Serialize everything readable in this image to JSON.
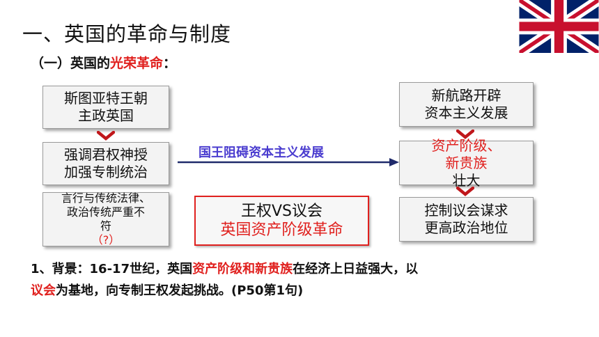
{
  "header": {
    "title": "一、英国的革命与制度",
    "subtitle_prefix": "（一）英国的",
    "subtitle_highlight": "光荣革命",
    "subtitle_suffix": "："
  },
  "left_column": {
    "box1": [
      "斯图亚特王朝",
      "主政英国"
    ],
    "box2": [
      "强调君权神授",
      "加强专制统治"
    ],
    "box3": [
      "言行与传统法律、",
      "政治传统严重不",
      "符"
    ],
    "box3_highlight": "（?）"
  },
  "arrow": {
    "label": "国王阻碍资本主义发展"
  },
  "center_box": {
    "line1": "王权VS议会",
    "line2": "英国资产阶级革命"
  },
  "right_column": {
    "box1": [
      "新航路开辟",
      "资本主义发展"
    ],
    "box2_red1": "资产阶级、",
    "box2_red2": "新贵族",
    "box2_suffix": "壮大",
    "box3": [
      "控制议会谋求",
      "更高政治地位"
    ]
  },
  "paragraph": {
    "p1": "1、背景：16-17世纪，英国",
    "p2": "资产阶级和新贵族",
    "p3": "在经济上日益强大，以",
    "p4": "议会",
    "p5": "为基地，向专制王权发起挑战。(P50第1句)"
  },
  "colors": {
    "accent_red": "#e0201e",
    "arrow_blue": "#1f2a6b",
    "label_purple": "#4a3ccf"
  }
}
